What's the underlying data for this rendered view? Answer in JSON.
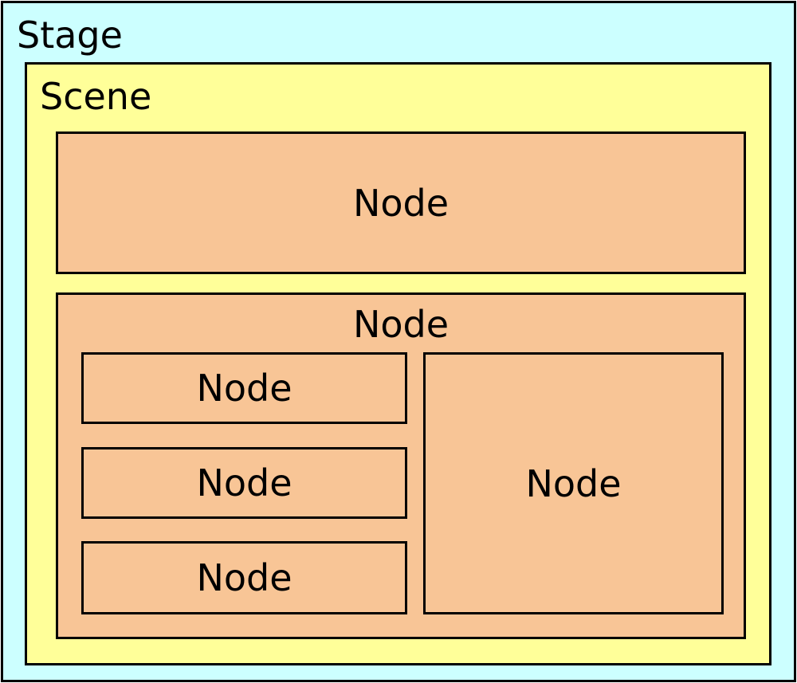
{
  "stage": {
    "label": "Stage",
    "fill": "#ccffff"
  },
  "scene": {
    "label": "Scene",
    "fill": "#ffff99"
  },
  "node_fill": "#f8c596",
  "nodes": {
    "top": "Node",
    "container": "Node",
    "child_1": "Node",
    "child_2": "Node",
    "child_3": "Node",
    "child_right": "Node"
  }
}
